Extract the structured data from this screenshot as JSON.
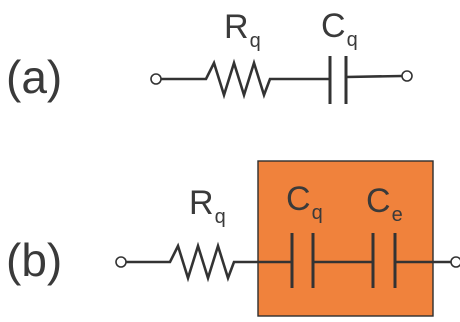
{
  "panel_a": {
    "label": "(a)",
    "resistor": {
      "symbol": "R",
      "subscript": "q"
    },
    "capacitor": {
      "symbol": "C",
      "subscript": "q"
    }
  },
  "panel_b": {
    "label": "(b)",
    "resistor": {
      "symbol": "R",
      "subscript": "q"
    },
    "capacitor_1": {
      "symbol": "C",
      "subscript": "q"
    },
    "capacitor_2": {
      "symbol": "C",
      "subscript": "e"
    },
    "highlight_color": "#f0823c"
  },
  "colors": {
    "line": "#333333",
    "text": "#3a3a3a",
    "background": "#ffffff"
  }
}
